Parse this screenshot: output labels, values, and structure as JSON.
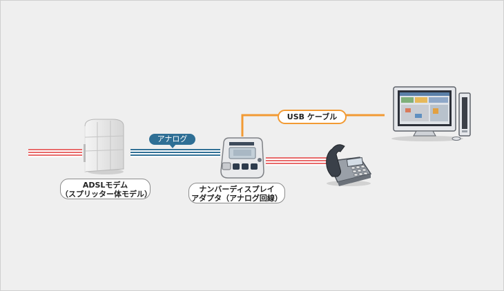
{
  "labels": {
    "modem_line1": "ADSLモデム",
    "modem_line2": "（スプリッター体モデル）",
    "adapter_line1": "ナンバーディスプレイ",
    "adapter_line2": "アダプタ（アナログ回線）",
    "analog_tag": "アナログ",
    "usb_cable": "USB ケーブル"
  },
  "colors": {
    "background": "#efefef",
    "adsl_line": "#e86a6a",
    "analog_line": "#2f6f95",
    "usb_cable": "#f29a33",
    "analog_tag": "#2f6f95"
  },
  "icons": [
    "adsl-modem-icon",
    "number-display-adapter-icon",
    "telephone-icon",
    "desktop-computer-icon"
  ]
}
